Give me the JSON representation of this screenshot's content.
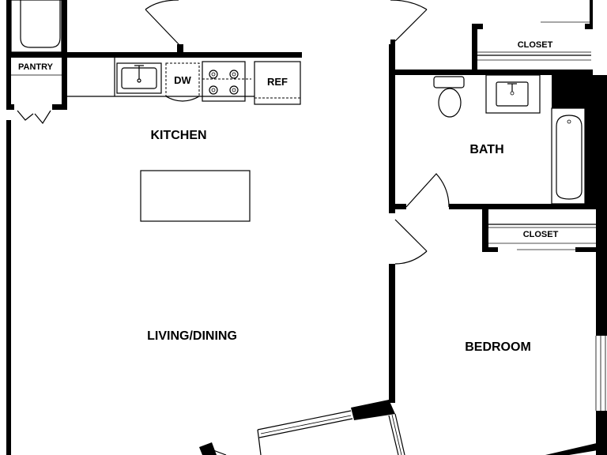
{
  "rooms": {
    "kitchen": "KITCHEN",
    "living_dining": "LIVING/DINING",
    "bath": "BATH",
    "bedroom": "BEDROOM",
    "pantry": "PANTRY",
    "closet_top": "CLOSET",
    "closet_bedroom": "CLOSET"
  },
  "appliances": {
    "dishwasher": "DW",
    "refrigerator": "REF"
  }
}
